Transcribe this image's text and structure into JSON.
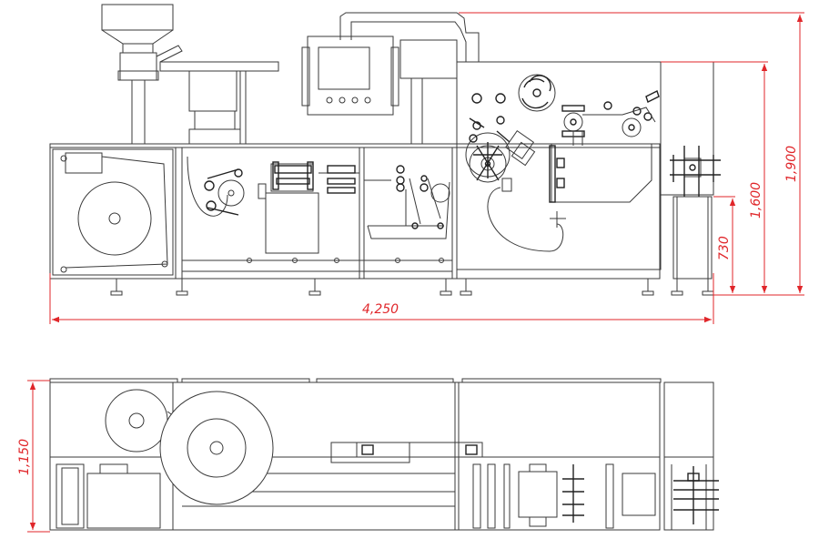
{
  "dimensions": {
    "overall_length": "4,250",
    "overall_height": "1,900",
    "platform_height": "1,600",
    "table_height": "730",
    "overall_width": "1,150"
  },
  "colors": {
    "machine_lines": "#3a3a3a",
    "dimension_lines": "#e0262a",
    "background": "#ffffff"
  }
}
